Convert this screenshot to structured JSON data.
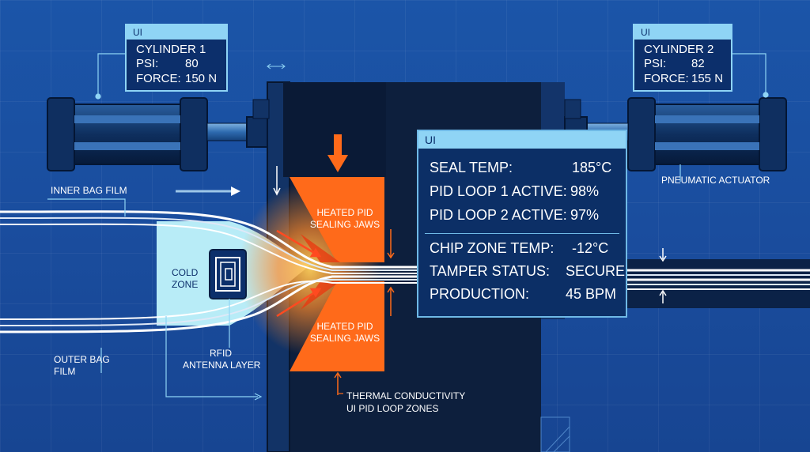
{
  "cylinder1": {
    "title": "UI",
    "name": "CYLINDER 1",
    "psi_label": "PSI:",
    "psi": "80",
    "force_label": "FORCE:",
    "force": "150 N"
  },
  "cylinder2": {
    "title": "UI",
    "name": "CYLINDER 2",
    "psi_label": "PSI:",
    "psi": "82",
    "force_label": "FORCE:",
    "force": "155 N"
  },
  "status": {
    "title": "UI",
    "rows": [
      {
        "label": "SEAL TEMP:",
        "value": "185°C"
      },
      {
        "label": "PID LOOP 1 ACTIVE:",
        "value": "98%"
      },
      {
        "label": "PID LOOP 2 ACTIVE:",
        "value": "97%"
      },
      {
        "label": "CHIP ZONE TEMP:",
        "value": "-12°C"
      },
      {
        "label": "TAMPER STATUS:",
        "value": "SECURE"
      },
      {
        "label": "PRODUCTION:",
        "value": "45 BPM"
      }
    ]
  },
  "labels": {
    "inner_film": "INNER BAG FILM",
    "outer_film_1": "OUTER BAG",
    "outer_film_2": "FILM",
    "cold_zone_1": "COLD",
    "cold_zone_2": "ZONE",
    "rfid_1": "RFID",
    "rfid_2": "ANTENNA LAYER",
    "jaw_top_1": "HEATED PID",
    "jaw_top_2": "SEALING JAWS",
    "jaw_bottom_1": "HEATED PID",
    "jaw_bottom_2": "SEALING JAWS",
    "thermal_1": "THERMAL CONDUCTIVITY",
    "thermal_2": "UI PID LOOP ZONES",
    "actuator": "PNEUMATIC ACTUATOR"
  },
  "colors": {
    "jaw": "#ff6a1a",
    "panel": "#0c2f6b",
    "accent": "#8fd4f5",
    "cold": "#b8ecf7",
    "body": "#0d1f3d"
  }
}
